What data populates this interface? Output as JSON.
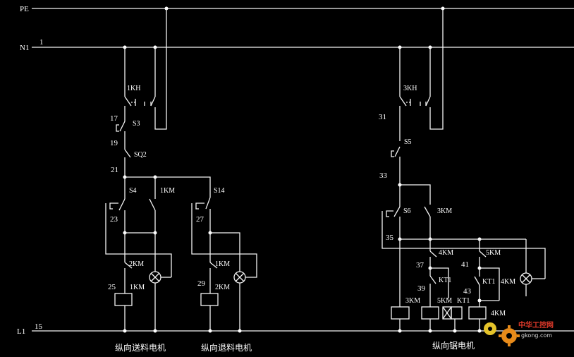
{
  "rails": {
    "pe": "PE",
    "n1": "N1",
    "l1": "L1",
    "n1_wire": "1",
    "l1_wire": "15"
  },
  "nodes": {
    "n17": "17",
    "n19": "19",
    "n21": "21",
    "n23": "23",
    "n25": "25",
    "n27": "27",
    "n29": "29",
    "n31": "31",
    "n33": "33",
    "n35": "35",
    "n37": "37",
    "n39": "39",
    "n41": "41",
    "n43": "43"
  },
  "devices": {
    "k1h": "1KH",
    "k3h": "3KH",
    "s3": "S3",
    "sq2": "SQ2",
    "s4": "S4",
    "s14": "S14",
    "s5": "S5",
    "s6": "S6",
    "km1": "1KM",
    "km2": "2KM",
    "km3": "3KM",
    "km4": "4KM",
    "km5": "5KM",
    "kt1": "KT1"
  },
  "captions": {
    "motor1": "纵向送料电机",
    "motor2": "纵向退料电机",
    "motor3": "纵向锯电机"
  },
  "watermark": {
    "title": "中华工控网",
    "url": "gkong.com"
  },
  "colors": {
    "background": "#000000",
    "wire": "#f4f4f4",
    "watermark": "#e23a2a"
  }
}
